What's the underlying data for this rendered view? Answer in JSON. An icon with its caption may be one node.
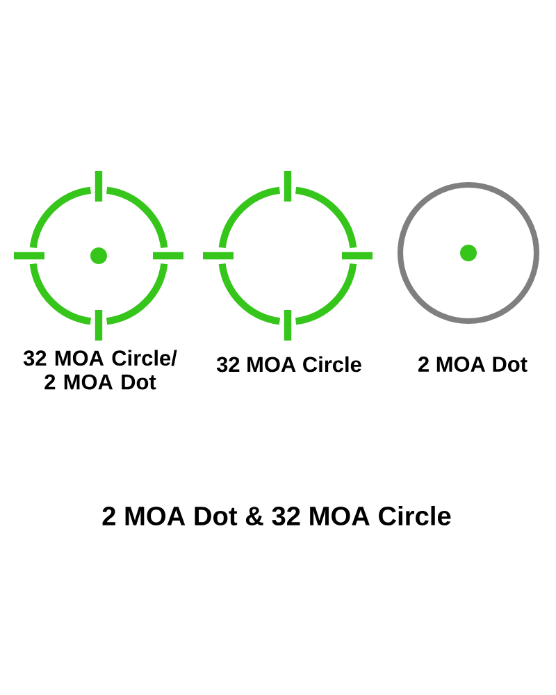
{
  "diagram": {
    "caption": "2 MOA Dot & 32 MOA Circle",
    "labels": [
      "32 MOA Circle/ 2 MOA Dot",
      "32 MOA Circle",
      "2 MOA Dot"
    ]
  }
}
